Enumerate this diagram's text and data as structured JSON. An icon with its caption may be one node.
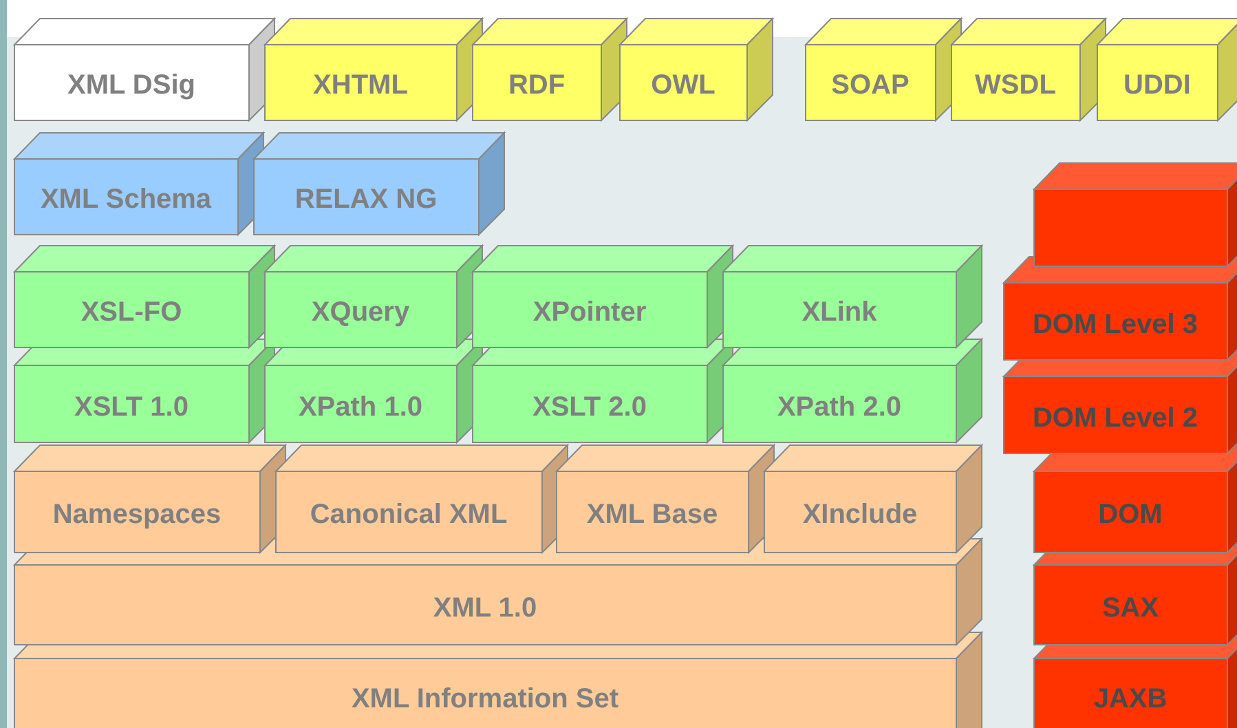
{
  "diagram": {
    "nodes": [
      {
        "text": [
          "XML DSig"
        ]
      },
      {
        "text": [
          "XHTML"
        ]
      },
      {
        "text": [
          "RDF"
        ]
      },
      {
        "text": [
          "OWL"
        ]
      },
      {
        "text": [
          "SOAP"
        ]
      },
      {
        "text": [
          "WSDL"
        ]
      },
      {
        "text": [
          "UDDI"
        ]
      },
      {
        "text": [
          "XML Schema"
        ]
      },
      {
        "text": [
          "RELAX NG"
        ]
      },
      {
        "text": [],
        "shape": "box"
      },
      {
        "text": [
          "XSL-FO"
        ]
      },
      {
        "text": [
          "XQuery"
        ]
      },
      {
        "text": [
          "XPointer"
        ]
      },
      {
        "text": [
          "XLink"
        ]
      },
      {
        "text": [
          "DOM Level 3"
        ]
      },
      {
        "text": [
          "XSLT 1.0"
        ]
      },
      {
        "text": [
          "XPath 1.0"
        ]
      },
      {
        "text": [
          "XSLT 2.0"
        ]
      },
      {
        "text": [
          "XPath 2.0"
        ]
      },
      {
        "text": [
          "DOM Level 2"
        ]
      },
      {
        "text": [
          "Namespaces"
        ]
      },
      {
        "text": [
          "Canonical XML"
        ]
      },
      {
        "text": [
          "XML Base"
        ]
      },
      {
        "text": [
          "XInclude"
        ]
      },
      {
        "text": [
          "DOM"
        ]
      },
      {
        "text": [
          "XML 1.0"
        ]
      },
      {
        "text": [
          "SAX"
        ]
      },
      {
        "text": [
          "XML Information Set"
        ]
      },
      {
        "text": [
          "JAXB"
        ]
      }
    ]
  }
}
